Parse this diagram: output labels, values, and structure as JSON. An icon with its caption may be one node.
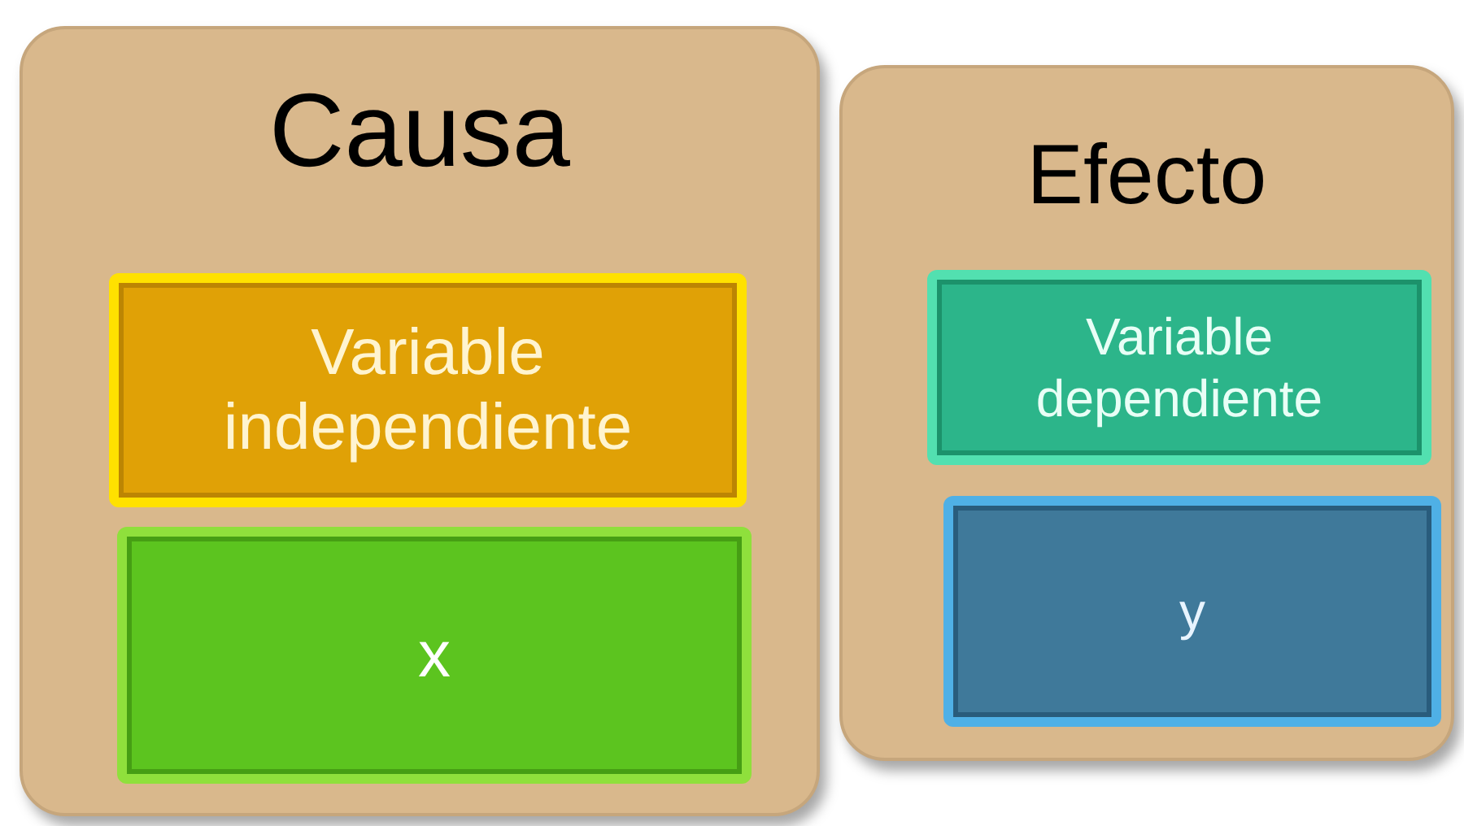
{
  "diagram": {
    "nodes": [
      {
        "text": [
          "Causa"
        ]
      },
      {
        "text": [
          "Variable independiente"
        ],
        "in": 0
      },
      {
        "text": [
          "x"
        ],
        "in": 0
      },
      {
        "text": [
          "Efecto"
        ]
      },
      {
        "text": [
          "Variable dependiente"
        ],
        "in": 3
      },
      {
        "text": [
          "y"
        ],
        "in": 3
      }
    ]
  }
}
